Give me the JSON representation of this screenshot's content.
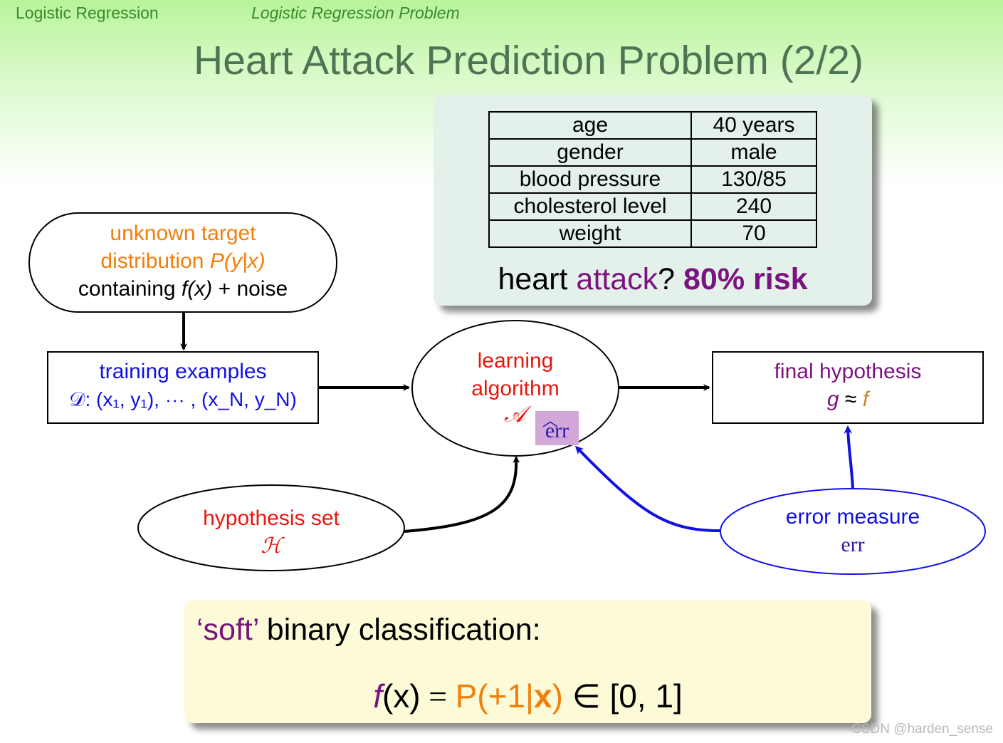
{
  "header": {
    "section": "Logistic Regression",
    "subsection": "Logistic Regression Problem",
    "title": "Heart Attack Prediction Problem (2/2)"
  },
  "patient_table": [
    {
      "attribute": "age",
      "value": "40 years"
    },
    {
      "attribute": "gender",
      "value": "male"
    },
    {
      "attribute": "blood pressure",
      "value": "130/85"
    },
    {
      "attribute": "cholesterol level",
      "value": "240"
    },
    {
      "attribute": "weight",
      "value": "70"
    }
  ],
  "risk_question": {
    "prefix": "heart ",
    "word": "attack",
    "mark": "? ",
    "answer": "80% risk"
  },
  "diagram": {
    "target": {
      "line1": "unknown target",
      "line2_text": "distribution ",
      "line2_math": "P(y|x)",
      "line3_text": "containing ",
      "line3_math": "f(x)",
      "line3_tail": " + noise"
    },
    "training": {
      "label": "training examples",
      "data": "𝒟: (x₁, y₁), ⋯ , (x_N, y_N)"
    },
    "algorithm": {
      "line1": "learning",
      "line2": "algorithm",
      "symbol": "𝒜",
      "err_hat": "err"
    },
    "final": {
      "label": "final hypothesis",
      "math_g": "g",
      "approx": " ≈ ",
      "math_f": "f"
    },
    "hypothesis_set": {
      "label": "hypothesis set",
      "symbol": "ℋ"
    },
    "error_measure": {
      "label": "error measure",
      "symbol": "err"
    }
  },
  "soft": {
    "quote_word": "‘soft’",
    "rest": " binary classification:",
    "formula": {
      "lhs_f": "f",
      "lhs_x": "(x)",
      "eq": " = ",
      "P": "P(+1",
      "bar": "|",
      "x": "x",
      "close": ")",
      "in": " ∈ [0, 1]"
    }
  },
  "watermark": "CSDN @harden_sense",
  "colors": {
    "purple": "#7a127f",
    "orange": "#f07f0c",
    "red": "#e8170d",
    "blue": "#1010e5"
  }
}
